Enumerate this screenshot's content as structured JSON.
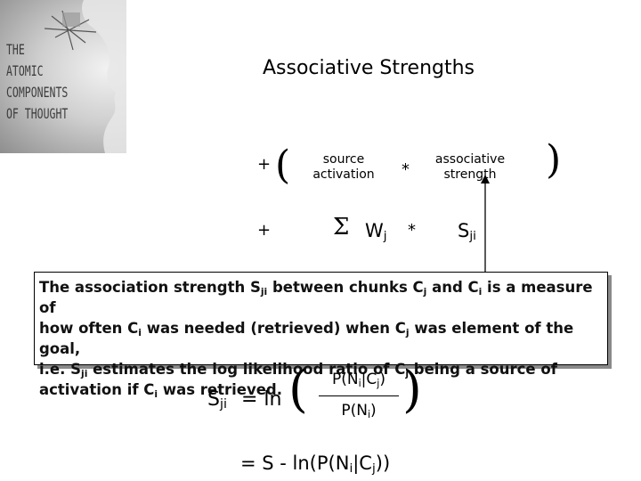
{
  "logo": {
    "lines": [
      "THE",
      "ATOMIC",
      "COMPONENTS",
      "OF THOUGHT"
    ]
  },
  "title": "Associative Strengths",
  "top_row": {
    "plus": "+",
    "open_paren": "(",
    "source_activation": [
      "source",
      "activation"
    ],
    "times": "*",
    "associative_strength": [
      "associative",
      "strength"
    ],
    "close_paren": ")"
  },
  "second_row": {
    "plus": "+",
    "sigma": "Σ",
    "w": "W",
    "w_sub": "j",
    "times": "*",
    "s": "S",
    "s_sub": "ji"
  },
  "explanation": {
    "line1": [
      "The association strength S",
      "ji",
      " between chunks C",
      "j",
      " and C",
      "i",
      " is a measure of"
    ],
    "line2": [
      "how often C",
      "i",
      " was needed (retrieved) when C",
      "j",
      " was element of the goal,"
    ],
    "line3": [
      "i.e. S",
      "ji",
      " estimates the log likelihood ratio of C",
      "j",
      " being a source of"
    ],
    "line4": [
      "activation if C",
      "i",
      " was retrieved."
    ]
  },
  "equation": {
    "lhs": "S",
    "lhs_sub": "ji",
    "eq_ln": "= ln",
    "numerator": [
      "P(N",
      "i",
      "|C",
      "j",
      ")"
    ],
    "denominator": [
      "P(N",
      "i",
      ")"
    ],
    "second_line": [
      "= S - ln(P(N",
      "i",
      "|C",
      "j",
      "))"
    ]
  },
  "colors": {
    "box_shadow": "#8a8a8a",
    "logo_bg": "#b5b5b5"
  }
}
